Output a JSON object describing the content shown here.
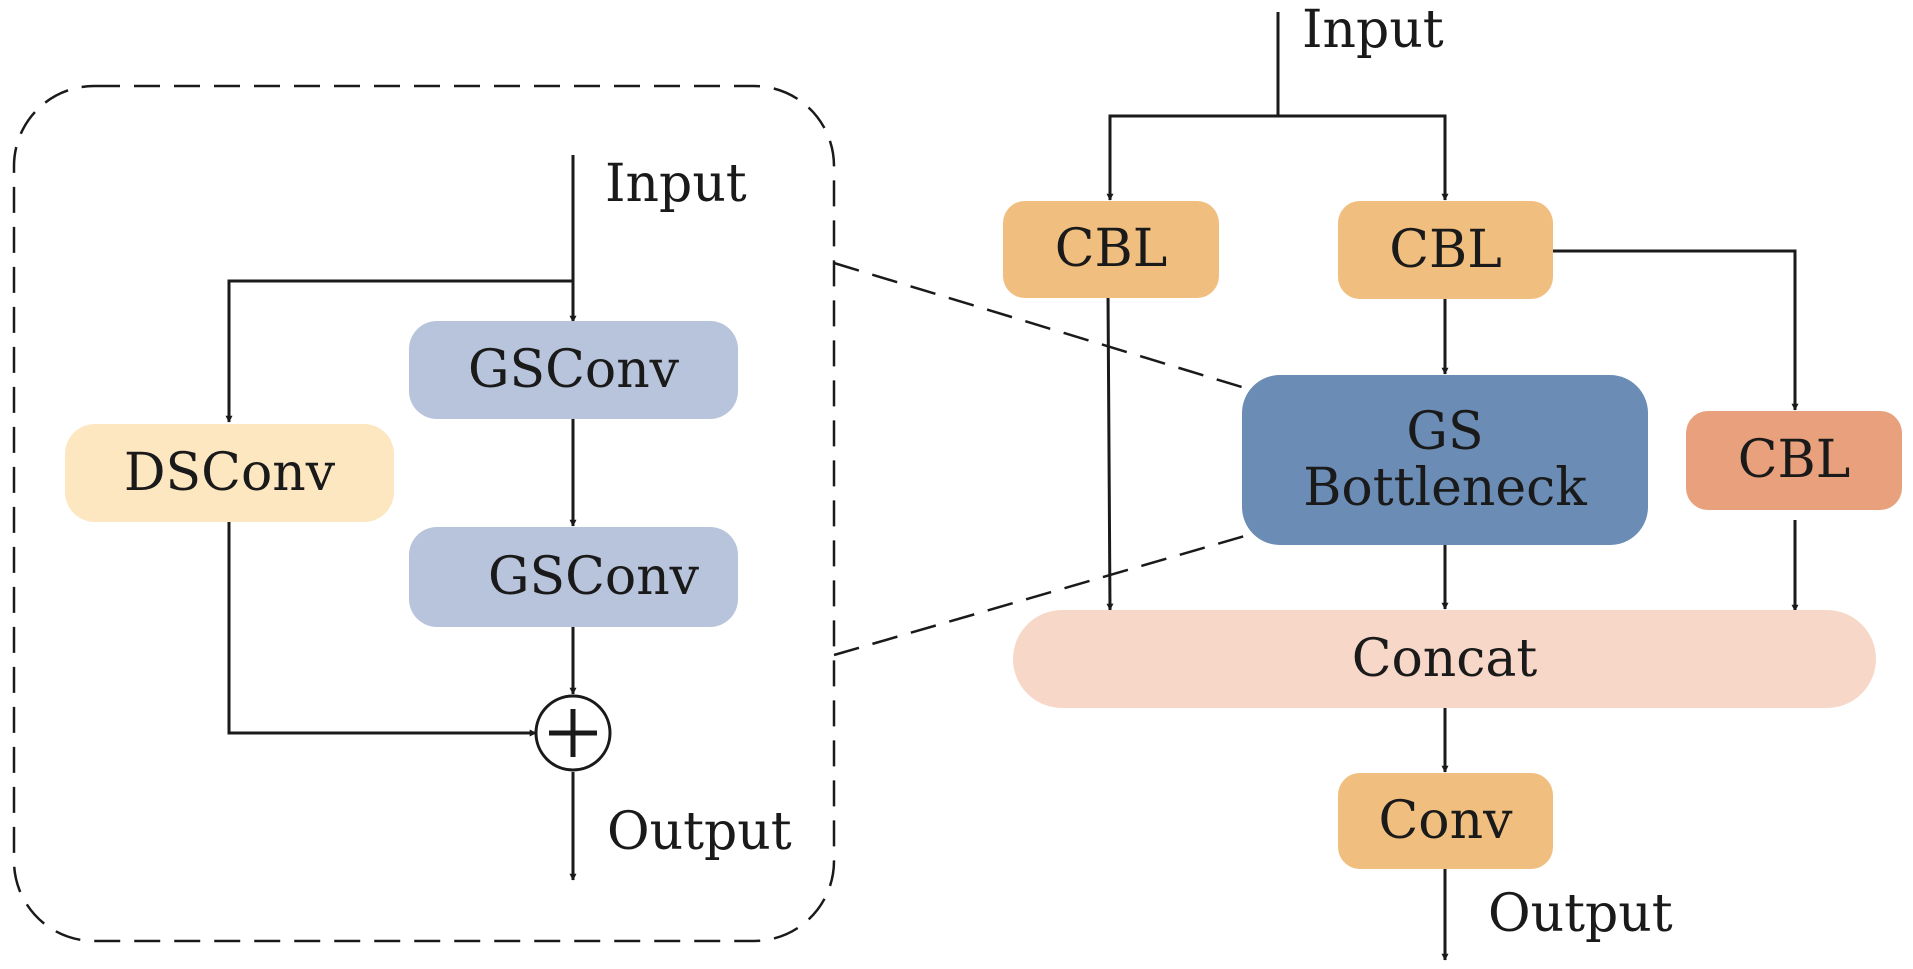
{
  "left_panel": {
    "input_label": "Input",
    "output_label": "Output",
    "gsconv_top": "GSConv",
    "gsconv_bottom": "GSConv",
    "dsconv": "DSConv",
    "add_symbol": "+"
  },
  "right_panel": {
    "input_label": "Input",
    "output_label": "Output",
    "cbl_left": "CBL",
    "cbl_middle": "CBL",
    "cbl_right": "CBL",
    "gs_bottleneck_line1": "GS",
    "gs_bottleneck_line2": "Bottleneck",
    "concat": "Concat",
    "conv": "Conv"
  },
  "colors": {
    "gsconv": "#b8c4db",
    "dsconv": "#fde7c1",
    "cbl": "#f0bf7f",
    "cbl_red": "#e9a17d",
    "gs_bottleneck": "#6b8cb5",
    "concat": "#f7d7c8",
    "conv": "#f0bf7f",
    "line": "#1a1a1a"
  }
}
